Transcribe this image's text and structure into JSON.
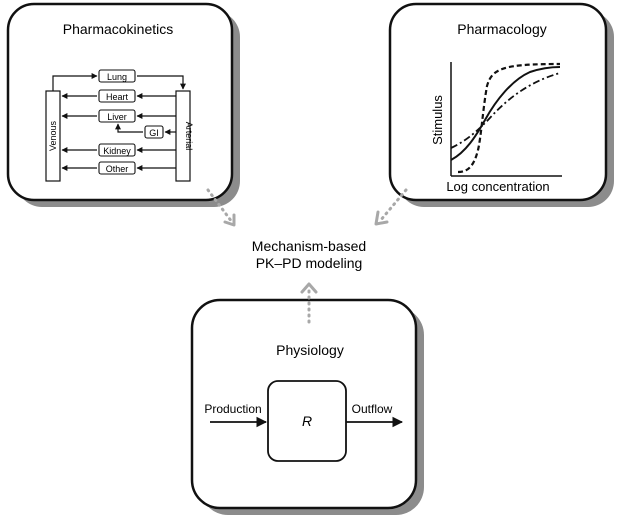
{
  "pharmacokinetics": {
    "title": "Pharmacokinetics",
    "venous_label": "Venous",
    "arterial_label": "Arterial",
    "organs": [
      "Lung",
      "Heart",
      "Liver",
      "GI",
      "Kidney",
      "Other"
    ]
  },
  "pharmacology": {
    "title": "Pharmacology",
    "ylabel": "Stimulus",
    "xlabel": "Log concentration"
  },
  "center": {
    "line1": "Mechanism-based",
    "line2": "PK–PD modeling"
  },
  "physiology": {
    "title": "Physiology",
    "input_label": "Production",
    "state_label": "R",
    "output_label": "Outflow"
  },
  "colors": {
    "panel_border": "#111111",
    "shadow": "#8c8c8c",
    "dotted_arrow": "#a8a8a8"
  }
}
